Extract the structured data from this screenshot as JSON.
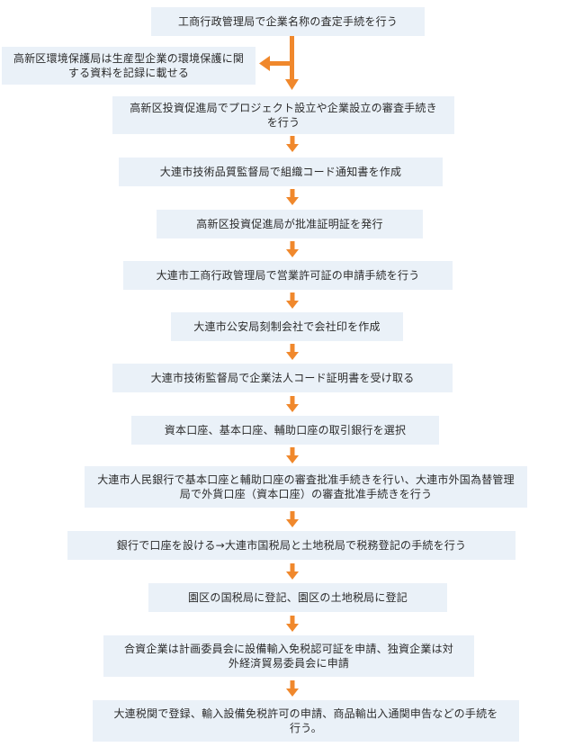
{
  "steps": [
    "工商行政管理局で企業名称の査定手続を行う",
    "高新区投資促進局でプロジェクト設立や企業設立の審査手続きを行う",
    "大連市技術品質監督局で組織コード通知書を作成",
    "高新区投資促進局が批准証明証を発行",
    "大連市工商行政管理局で営業許可証の申請手続を行う",
    "大連市公安局刻制会社で会社印を作成",
    "大連市技術監督局で企業法人コード証明書を受け取る",
    "資本口座、基本口座、輔助口座の取引銀行を選択",
    "大連市人民銀行で基本口座と輔助口座の審査批准手続きを行い、大連市外国為替管理局で外貨口座（資本口座）の審査批准手続きを行う",
    "銀行で口座を設ける→大連市国税局と土地税局で税務登記の手続を行う",
    "園区の国税局に登記、園区の土地税局に登記",
    "合資企業は計画委員会に設備輸入免税認可証を申請、独資企業は対外経済貿易委員会に申請",
    "大連税関で登録、輸入設備免税許可の申請、商品輸出入通関申告などの手続を行う。"
  ],
  "side_note": "高新区環境保護局は生産型企業の環境保護に関する資料を記録に載せる",
  "colors": {
    "box_fill": "#eaf1f8",
    "arrow": "#f0882c"
  }
}
